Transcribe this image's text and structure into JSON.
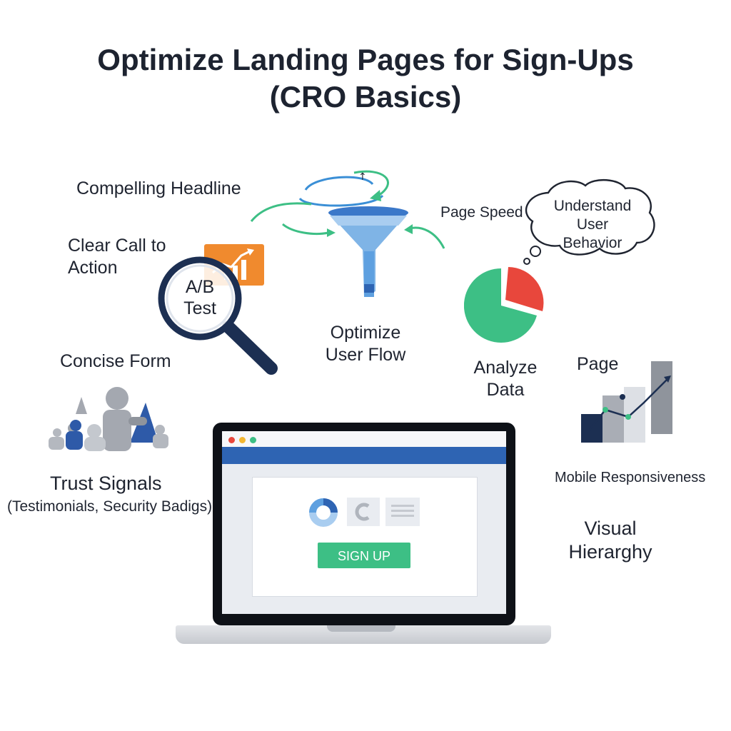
{
  "title_line1": "Optimize Landing Pages for Sign-Ups",
  "title_line2": "(CRO Basics)",
  "labels": {
    "compelling_headline": "Compelling Headline",
    "clear_cta_line1": "Clear Call to",
    "clear_cta_line2": "Action",
    "ab_test_line1": "A/B",
    "ab_test_line2": "Test",
    "concise_form": "Concise Form",
    "trust_signals": "Trust Signals",
    "trust_signals_sub": "(Testimonials, Security Badigs)",
    "optimize_flow_line1": "Optimize",
    "optimize_flow_line2": "User Flow",
    "page_speed": "Page Speed",
    "understand_line1": "Understand",
    "understand_line2": "User",
    "understand_line3": "Behavior",
    "analyze_line1": "Analyze",
    "analyze_line2": "Data",
    "page": "Page",
    "mobile": "Mobile Responsiveness",
    "visual_line1": "Visual",
    "visual_line2": "Hierarghy"
  },
  "laptop": {
    "signup_label": "SIGN UP"
  },
  "colors": {
    "accent_blue": "#2e64b3",
    "green": "#3dbf85",
    "red": "#e8473c",
    "orange": "#f08a2e",
    "navy": "#1c2f52"
  },
  "icons": [
    "funnel-icon",
    "magnifier-icon",
    "chart-card-icon",
    "pie-chart-icon",
    "thought-bubble-icon",
    "bar-chart-icon",
    "people-icon",
    "laptop-icon"
  ]
}
